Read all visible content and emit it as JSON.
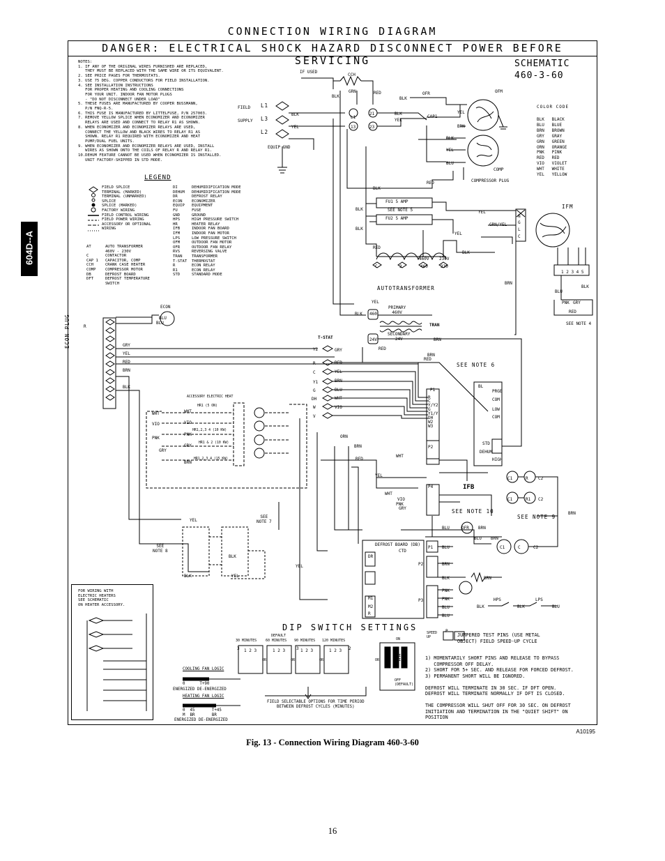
{
  "header": {
    "title": "CONNECTION WIRING DIAGRAM",
    "danger": "DANGER: ELECTRICAL SHOCK HAZARD DISCONNECT POWER BEFORE SERVICING",
    "schematic_line1": "SCHEMATIC",
    "schematic_line2": "460-3-60"
  },
  "side_tab": "604D--A",
  "notes": "NOTES:\n1. IF ANY OF THE ORIGINAL WIRES FURNISHED ARE REPLACED,\n   THEY MUST BE REPLACED WITH THE SAME WIRE OR ITS EQUIVALENT.\n2. SEE PRICE PAGES FOR THERMOSTATS.\n3. USE 75 DEG. COPPER CONDUCTORS FOR FIELD INSTALLATION.\n4. SEE INSTALLATION INSTRUCTIONS\n   FOR PROPER HEATING AND COOLING CONNECTIONS\n   FOR YOUR UNIT. INDOOR FAN MOTOR PLUGS\n   - \"DO NOT DISCONNECT UNDER LOAD\"\n5. THESE FUSES ARE MANUFACTURED BY COOPER BUSSMANN,\n   P/N FNQ-R-5.\n6. THIS FUSE IS MANUFACTURED BY LITTELFUSE, P/N 257003.\n7. REMOVE YELLOW SPLICE WHEN ECONOMIZER AND ECONOMIZER\n   RELAYS ARE USED AND CONNECT TO RELAY R1 AS SHOWN.\n8. WHEN ECONOMIZER AND ECONOMIZER RELAYS ARE USED,\n   CONNECT THE YELLOW AND BLACK WIRES TO RELAY R1 AS\n   SHOWN. RELAY R1 REQUIRED WITH ECONOMIZER AND HEAT\n   PUMP/DUAL FUEL UNITS.\n9. WHEN ECONOMIZER AND ECONOMIZER RELAYS ARE USED, INSTALL\n   WIRES AS SHOWN ONTO THE COILS OF RELAY R AND RELAY R1.\n10.DEHUM FEATURE CANNOT BE USED WHEN ECONOMIZER IS INSTALLED.\n   UNIT FACTORY-SHIPPED IN STD MODE.",
  "legend": {
    "title": "LEGEND",
    "symbols": "FIELD SPLICE\nTERMINAL (MARKED)\nTERMINAL (UNMARKED)\nSPLICE\nSPLICE (MARKED)\nFACTORY WIRING\nFIELD CONTROL WIRING\nFIELD POWER WIRING\nACCESSORY OR OPTIONAL\nWIRING",
    "abbrev_left": "AT      AUTO TRANSFORMER\n        460V - 230V\nC       CONTACTOR\nCAP 1   CAPACITOR, COMP\nCCH     CRANK CASE HEATER\nCOMP    COMPRESSOR MOTOR\nDB      DEFROST BOARD\nDFT     DEFROST TEMPERATURE\n        SWITCH",
    "abbrev_right": "DI      DEHUMIDIFICATION MODE\nDEHUM   DEHUMIDIFICATION MODE\nDR      DEFROST RELAY\nECON    ECONOMIZER\nEQUIP   EQUIPMENT\nFU      FUSE\nGND     GROUND\nHPS     HIGH PRESSURE SWITCH\nHR      HEATER RELAY\nIFB     INDOOR FAN BOARD\nIFM     INDOOR FAN MOTOR\nLPS     LOW PRESSURE SWITCH\nOFM     OUTDOOR FAN MOTOR\nOFR     OUTDOOR FAN RELAY\nRVS     REVERSING VALVE\nTRAN    TRANSFORMER\nT-STAT  THERMOSTAT\nR       ECON RELAY\nR1      ECON RELAY\nSTD     STANDARD MODE"
  },
  "color_code": {
    "title": "COLOR CODE",
    "entries": "BLK   BLACK\nBLU   BLUE\nBRN   BROWN\nGRY   GRAY\nGRN   GREEN\nORN   ORANGE\nPNK   PINK\nRED   RED\nVIO   VIOLET\nWHT   WHITE\nYEL   YELLOW"
  },
  "components": {
    "if_used": "IF USED",
    "cch": "CCH",
    "field": "FIELD",
    "supply": "SUPPLY",
    "l1": "L1",
    "l3": "L3",
    "l2": "L2",
    "equip_gnd": "EQUIP GND",
    "ofr": "OFR",
    "ofm": "OFM",
    "cap1": "CAP1",
    "comp": "COMP",
    "compressor_plug": "COMPRESSOR PLUG",
    "fu1": "FU1 5 AMP",
    "fu2": "FU2 5 AMP",
    "see_note5": "SEE NOTE 5",
    "autotransformer": "AUTOTRANSFORMER",
    "ifm": "IFM",
    "see_note4": "SEE NOTE 4",
    "primary": "PRIMARY\n460V",
    "secondary": "SECONDARY\n24V",
    "tran": "TRAN",
    "tstat": "T-STAT",
    "see_note6": "SEE NOTE 6",
    "econ": "ECON",
    "econ_plug": "ECON PLUG",
    "accessory_heat": "ACCESSORY ELECTRIC HEAT",
    "hr1_15": "HR1 (5 ON)",
    "hr1234_10": "HR1,2,3 4 (10 KW)",
    "hr12_10": "HR1 & 2 (10 KW)",
    "hr1234_15": "HR1,2,3 4 (15 KW)",
    "ifb": "IFB",
    "std": "STD",
    "dehum": "DEHUM",
    "high": "HIGH",
    "low": "LOW",
    "com": "COM",
    "see_note7": "SEE\nNOTE 7",
    "see_note8": "SEE\nNOTE 8",
    "see_note9": "SEE NOTE 9",
    "see_note10": "SEE NOTE 10",
    "defrost_board": "DEFROST BOARD (DB)",
    "ctd": "CTD",
    "hps": "HPS",
    "lps": "LPS",
    "ofr2": "OFR"
  },
  "heater_box": "FOR WIRING WITH\nELECTRIC HEATERS\nSEE SCHEMATIC\nON HEATER ACCESSORY.",
  "fan_logic": {
    "cooling_title": "COOLING FAN LOGIC",
    "cooling_vals": "0      T+90",
    "cooling_foot": "ENERGIZED DE-ENERGIZED",
    "heating_title": "HEATING FAN LOGIC",
    "heating_vals": "0  45       T+45",
    "heating_sub": "M  BR       BR",
    "heating_foot": "ENERGIZED DE-ENERGIZED"
  },
  "dip": {
    "title": "DIP SWITCH SETTINGS",
    "default": "DEFAULT",
    "m30": "30 MINUTES",
    "m60": "60 MINUTES",
    "m90": "90 MINUTES",
    "m120": "120 MINUTES",
    "on": "ON",
    "quiet": "QUIET\nSHIFT",
    "off_default": "OFF\n(DEFAULT)",
    "or": "OR",
    "field_select": "FIELD SELECTABLE OPTIONS FOR TIME PERIOD\nBETWEEN DEFROST CYCLES (MINUTES)"
  },
  "speedup": {
    "label": "SPEED\nUP",
    "text": "JUMPERED TEST PINS (USE METAL\nOBJECT) FIELD SPEED-UP CYCLE"
  },
  "defrost_notes": "1) MOMENTARILY SHORT PINS AND RELEASE TO BYPASS\n   COMPRESSOR OFF DELAY.\n2) SHORT FOR 5+ SEC. AND RELEASE FOR FORCED DEFROST.\n3) PERMANENT SHORT WILL BE IGNORED.\n\nDEFROST WILL TERMINATE IN 30 SEC. IF DFT OPEN.\nDEFROST WILL TERMINATE NORMALLY IF DFT IS CLOSED.\n\nTHE COMPRESSOR WILL SHUT OFF FOR 30 SEC. ON DEFROST\nINITIATION AND TERMINATION IN THE \"QUIET SHIFT\" ON\nPOSITION",
  "figure_code": "A10195",
  "caption": "Fig. 13 - Connection Wiring Diagram 460-3-60",
  "page_number": "16"
}
